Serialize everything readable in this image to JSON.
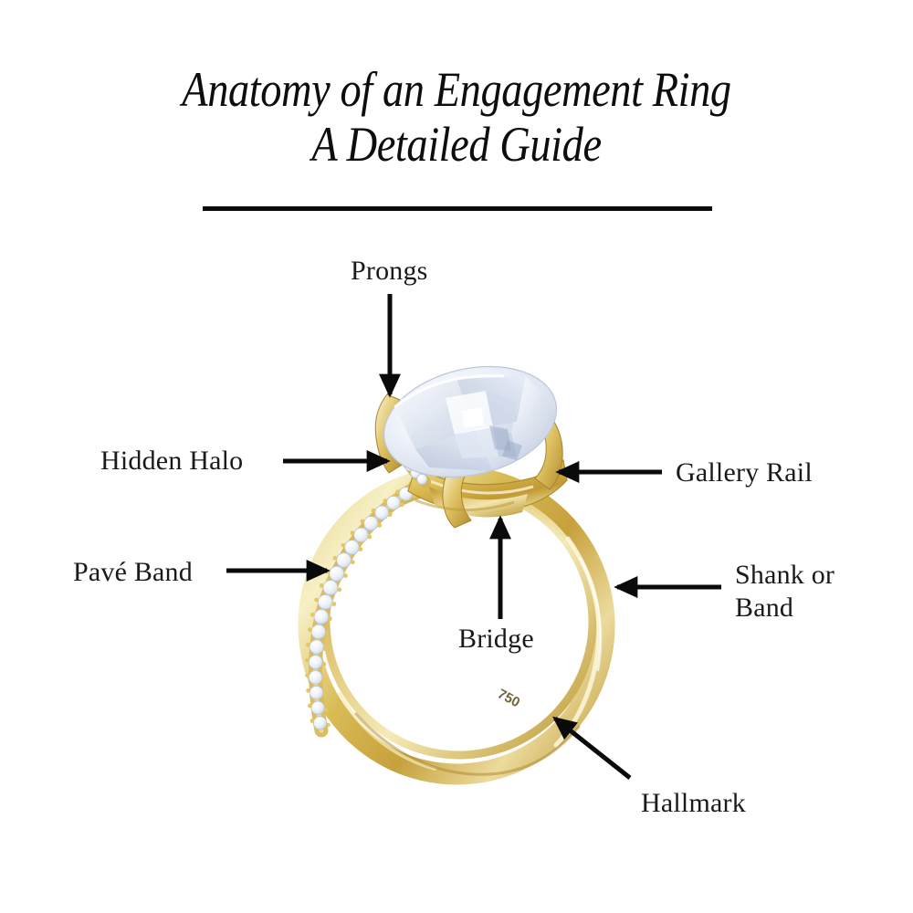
{
  "title": {
    "line1": "Anatomy of an Engagement Ring",
    "line2": "A Detailed Guide"
  },
  "labels": {
    "prongs": "Prongs",
    "hidden_halo": "Hidden Halo",
    "gallery_rail": "Gallery Rail",
    "pave_band": "Pavé Band",
    "shank_or_band": "Shank or Band",
    "bridge": "Bridge",
    "hallmark": "Hallmark"
  },
  "ring": {
    "hallmark_stamp": "750",
    "metal_color": "#d4b347",
    "metal_highlight": "#f6eec0",
    "metal_shadow": "#a8842c",
    "gem_color": "#f4f6fb",
    "accent_line_color": "#0a0a0a"
  },
  "diagram": {
    "callouts": [
      {
        "name": "prongs",
        "direction": "down",
        "label": "Prongs"
      },
      {
        "name": "hidden-halo",
        "direction": "right",
        "label": "Hidden Halo"
      },
      {
        "name": "gallery-rail",
        "direction": "left",
        "label": "Gallery Rail"
      },
      {
        "name": "pave-band",
        "direction": "right",
        "label": "Pavé Band"
      },
      {
        "name": "shank-or-band",
        "direction": "left",
        "label": "Shank or Band"
      },
      {
        "name": "bridge",
        "direction": "up",
        "label": "Bridge"
      },
      {
        "name": "hallmark",
        "direction": "up-left",
        "label": "Hallmark"
      }
    ]
  }
}
